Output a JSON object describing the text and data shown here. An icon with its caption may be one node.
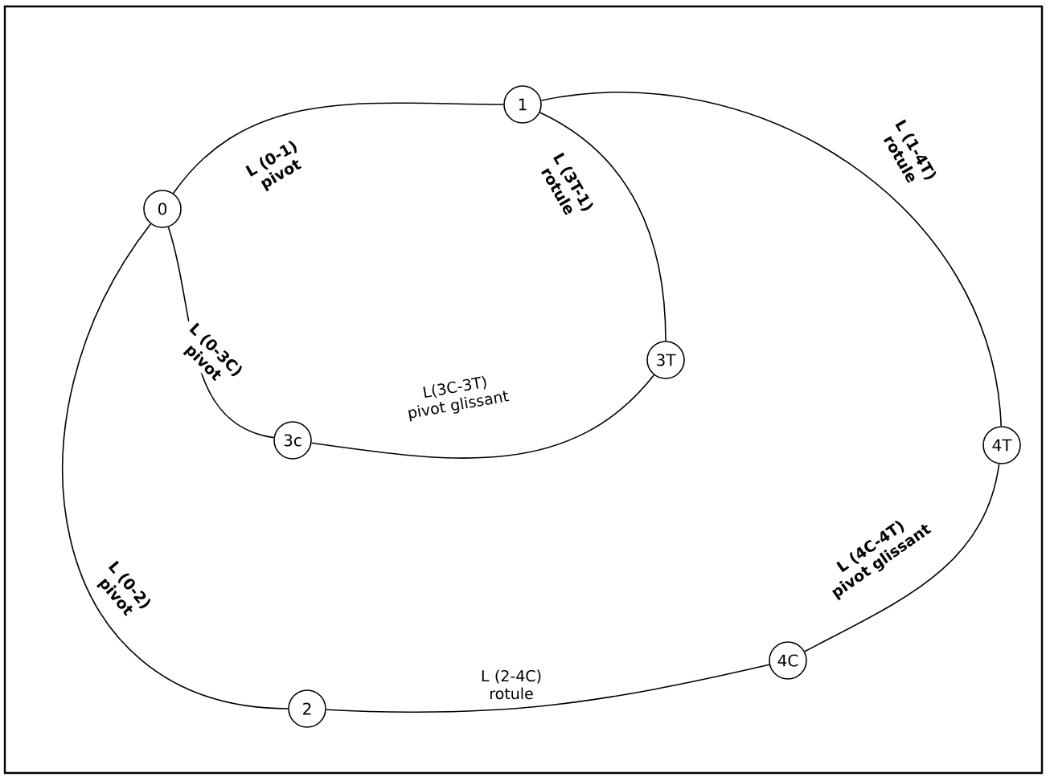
{
  "diagram": {
    "nodes": [
      {
        "text": [
          "0"
        ]
      },
      {
        "text": [
          "1"
        ]
      },
      {
        "text": [
          "3T"
        ]
      },
      {
        "text": [
          "3c"
        ]
      },
      {
        "text": [
          "4T"
        ]
      },
      {
        "text": [
          "4C"
        ]
      },
      {
        "text": [
          "2"
        ]
      }
    ],
    "edges": [
      {
        "from": 0,
        "to": 1,
        "arrow": "none",
        "label": "L (0-1) pivot"
      },
      {
        "from": 1,
        "to": 2,
        "arrow": "none",
        "label": "L (3T-1) rotule"
      },
      {
        "from": 1,
        "to": 4,
        "arrow": "none",
        "label": "L (1-4T) rotule"
      },
      {
        "from": 3,
        "to": 0,
        "arrow": "none",
        "label": "L (0-3C) pivot"
      },
      {
        "from": 2,
        "to": 3,
        "arrow": "none",
        "label": "L(3C-3T) pivot glissant"
      },
      {
        "from": 4,
        "to": 5,
        "arrow": "none",
        "label": "L (4C-4T) pivot glissant"
      },
      {
        "from": 6,
        "to": 0,
        "arrow": "none",
        "label": "L (0-2) pivot"
      },
      {
        "from": 5,
        "to": 6,
        "arrow": "none",
        "label": "L (2-4C) rotule"
      }
    ]
  }
}
